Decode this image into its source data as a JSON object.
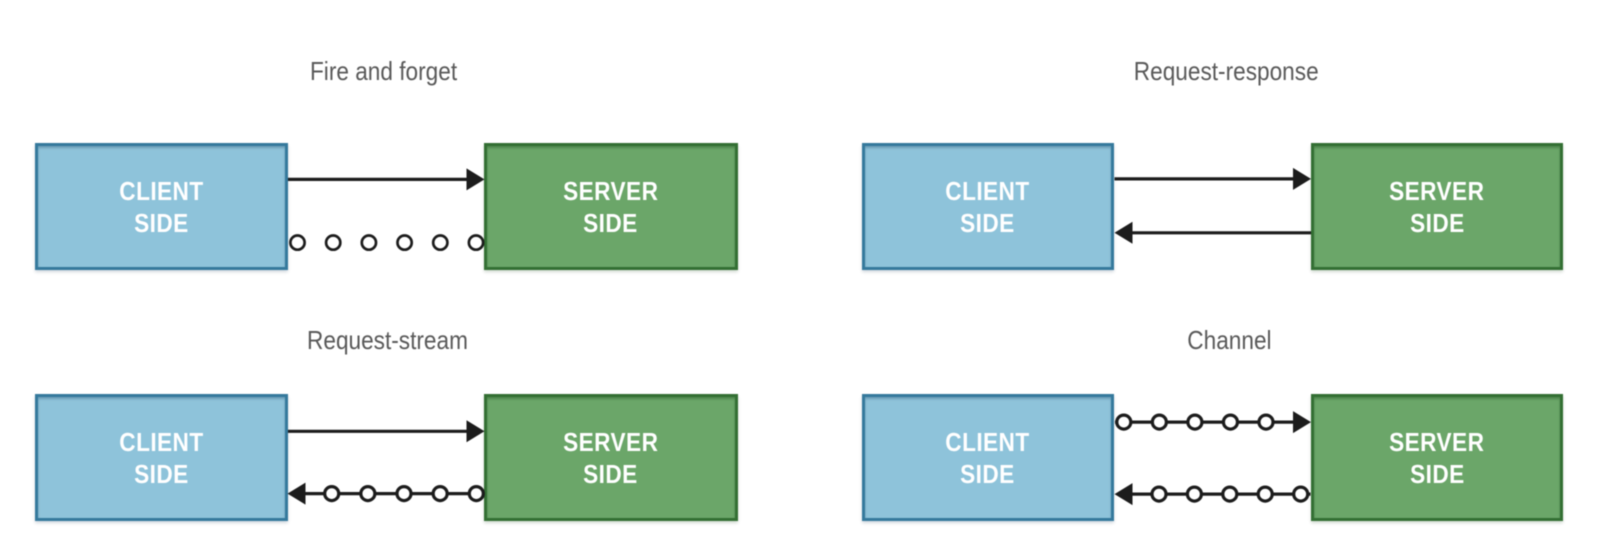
{
  "page": {
    "background": "#ffffff",
    "description": "RSocket interaction models diagram with four panels"
  },
  "colors": {
    "title-text": "#595959",
    "client-fill": "#8ec3da",
    "client-border": "#35799c",
    "server-fill": "#6ba669",
    "server-border": "#336f33",
    "label-text": "#ffffff",
    "connector": "#1c1c1c"
  },
  "panels": [
    {
      "id": "fire-and-forget",
      "title": "Fire and forget",
      "client": [
        "CLIENT",
        "SIDE"
      ],
      "server": [
        "SERVER",
        "SIDE"
      ],
      "flows": [
        {
          "from": "client",
          "to": "server",
          "style": "solid-arrow"
        },
        {
          "from": "client",
          "to": "server",
          "style": "dotted-circles",
          "circle_count": 6
        }
      ]
    },
    {
      "id": "request-response",
      "title": "Request-response",
      "client": [
        "CLIENT",
        "SIDE"
      ],
      "server": [
        "SERVER",
        "SIDE"
      ],
      "flows": [
        {
          "from": "client",
          "to": "server",
          "style": "solid-arrow"
        },
        {
          "from": "server",
          "to": "client",
          "style": "solid-arrow"
        }
      ]
    },
    {
      "id": "request-stream",
      "title": "Request-stream",
      "client": [
        "CLIENT",
        "SIDE"
      ],
      "server": [
        "SERVER",
        "SIDE"
      ],
      "flows": [
        {
          "from": "client",
          "to": "server",
          "style": "solid-arrow"
        },
        {
          "from": "server",
          "to": "client",
          "style": "beaded-arrow",
          "circle_count": 5
        }
      ]
    },
    {
      "id": "channel",
      "title": "Channel",
      "client": [
        "CLIENT",
        "SIDE"
      ],
      "server": [
        "SERVER",
        "SIDE"
      ],
      "flows": [
        {
          "from": "client",
          "to": "server",
          "style": "beaded-arrow",
          "circle_count": 5
        },
        {
          "from": "server",
          "to": "client",
          "style": "beaded-arrow",
          "circle_count": 5
        }
      ]
    }
  ]
}
